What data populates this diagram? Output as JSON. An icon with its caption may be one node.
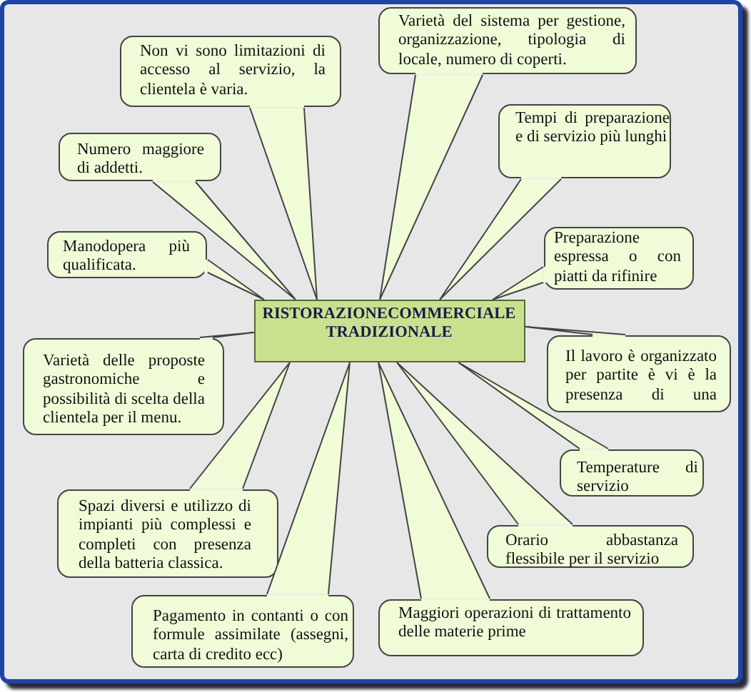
{
  "diagram": {
    "nodes": [
      {
        "text": [
          "RISTORAZIONECOMMERCIALE TRADIZIONALE"
        ]
      },
      {
        "text": [
          "Varietà del sistema per gestione, organizzazione, tipologia di locale, numero di coperti."
        ]
      },
      {
        "text": [
          "Non vi sono limitazioni di accesso al servizio, la clientela è varia."
        ]
      },
      {
        "text": [
          "Tempi di preparazione e di servizio più lunghi"
        ]
      },
      {
        "text": [
          "Numero maggiore di addetti."
        ]
      },
      {
        "text": [
          "Manodopera più qualificata."
        ]
      },
      {
        "text": [
          "Preparazione espressa o con piatti da rifinire"
        ]
      },
      {
        "text": [
          "Il lavoro è organizzato per partite è vi è la presenza di una"
        ]
      },
      {
        "text": [
          "Varietà delle proposte gastronomiche e possibilità di scelta della clientela per il menu."
        ]
      },
      {
        "text": [
          "Temperature di servizio"
        ]
      },
      {
        "text": [
          "Spazi diversi e utilizzo di impianti più complessi e completi con presenza della batteria classica."
        ]
      },
      {
        "text": [
          "Orario abbastanza flessibile per il servizio"
        ]
      },
      {
        "text": [
          "Pagamento in contanti o con formule assimilate (assegni, carta di credito ecc)"
        ]
      },
      {
        "text": [
          "Maggiori operazioni di trattamento delle materie prime"
        ]
      }
    ],
    "edges": [
      {
        "from": 1,
        "to": 0,
        "arrow": "none"
      },
      {
        "from": 2,
        "to": 0,
        "arrow": "none"
      },
      {
        "from": 3,
        "to": 0,
        "arrow": "none"
      },
      {
        "from": 4,
        "to": 0,
        "arrow": "none"
      },
      {
        "from": 5,
        "to": 0,
        "arrow": "none"
      },
      {
        "from": 6,
        "to": 0,
        "arrow": "none"
      },
      {
        "from": 7,
        "to": 0,
        "arrow": "none"
      },
      {
        "from": 8,
        "to": 0,
        "arrow": "none"
      },
      {
        "from": 9,
        "to": 0,
        "arrow": "none"
      },
      {
        "from": 10,
        "to": 0,
        "arrow": "none"
      },
      {
        "from": 11,
        "to": 0,
        "arrow": "none"
      },
      {
        "from": 12,
        "to": 0,
        "arrow": "none"
      },
      {
        "from": 13,
        "to": 0,
        "arrow": "none"
      }
    ]
  }
}
